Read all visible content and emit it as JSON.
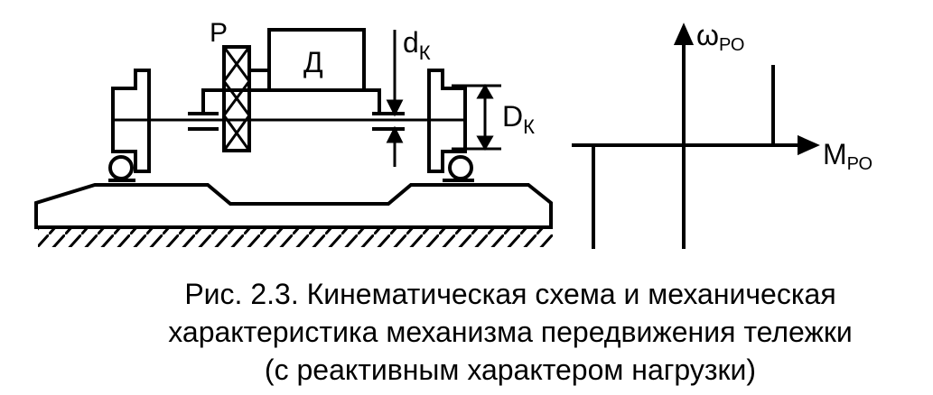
{
  "diagram": {
    "label_reducer": "Р",
    "label_motor": "Д",
    "label_wheel_diameter": "D",
    "label_wheel_diameter_sub": "К",
    "label_journal_diameter": "d",
    "label_journal_diameter_sub": "К"
  },
  "characteristic": {
    "y_axis_label": "ω",
    "y_axis_sub": "РО",
    "x_axis_label": "M",
    "x_axis_sub": "РО"
  },
  "caption": {
    "line1": "Рис. 2.3. Кинематическая схема и механическая",
    "line2": "характеристика механизма передвижения тележки",
    "line3": "(с реактивным характером нагрузки)"
  }
}
